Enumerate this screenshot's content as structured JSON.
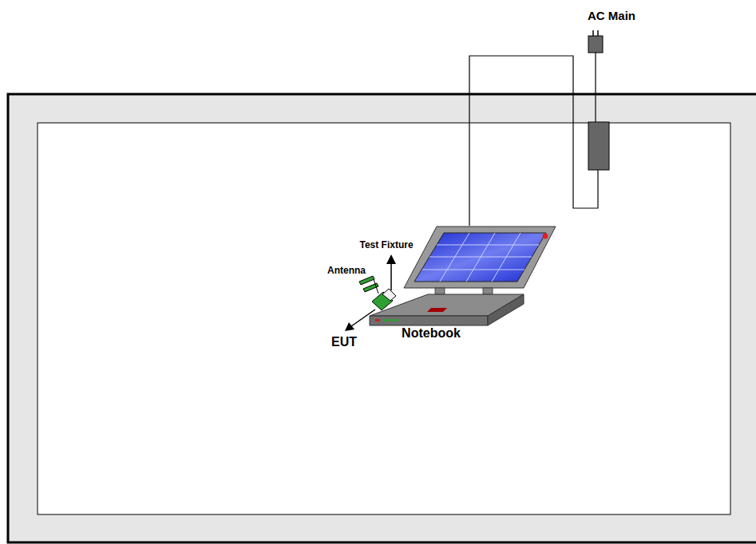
{
  "diagram": {
    "labels": [
      "AC Main",
      "Test Fixture",
      "Antenna",
      "EUT",
      "Notebook"
    ]
  }
}
